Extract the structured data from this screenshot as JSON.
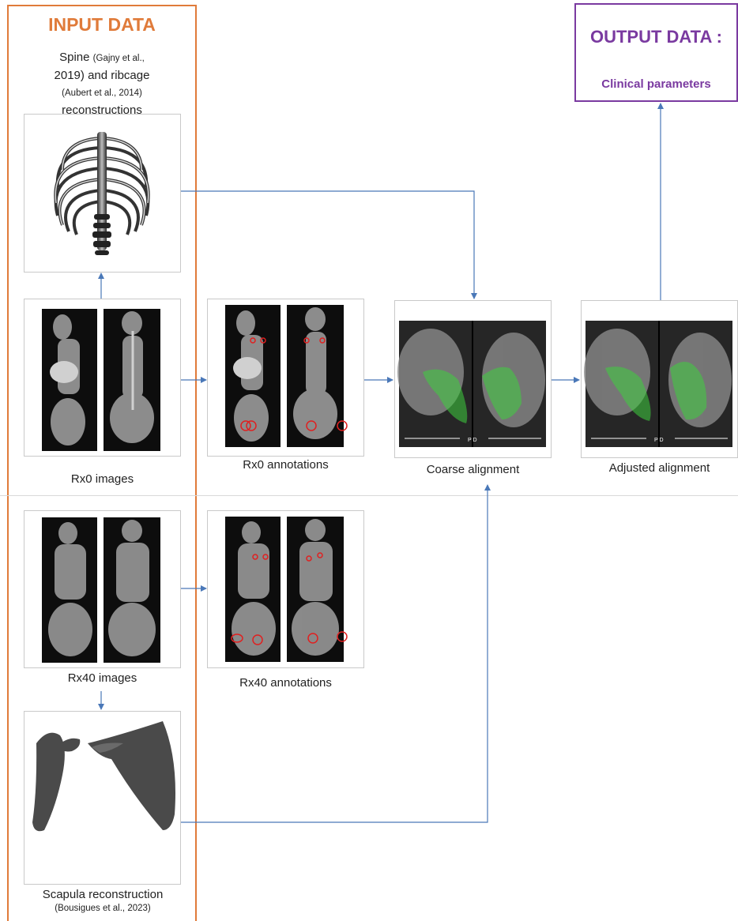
{
  "input": {
    "title": "INPUT DATA",
    "line1_main": "Spine",
    "line1_ref": "(Gajny et al.,",
    "line2_main_a": "2019)",
    "line2_main_b": "and ribcage",
    "line3_ref": "(Aubert et al., 2014)",
    "line4": "reconstructions"
  },
  "output": {
    "title": "OUTPUT DATA :",
    "subtitle": "Clinical parameters"
  },
  "captions": {
    "rx0_images": "Rx0 images",
    "rx0_annotations": "Rx0 annotations",
    "coarse": "Coarse alignment",
    "adjusted": "Adjusted alignment",
    "rx40_images": "Rx40 images",
    "rx40_annotations": "Rx40 annotations",
    "scapula": "Scapula reconstruction",
    "scapula_ref": "(Bousigues et al., 2023)"
  },
  "colors": {
    "input_accent": "#e07b3a",
    "output_accent": "#7a3aa0",
    "arrow": "#4a78b8",
    "annotation": "#e02020",
    "overlay": "#3ecf3e"
  }
}
